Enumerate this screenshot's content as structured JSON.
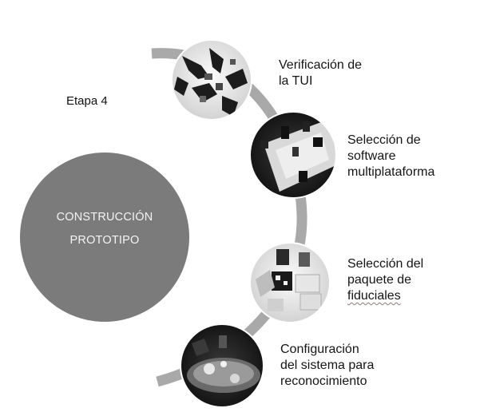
{
  "stage_label": "Etapa 4",
  "hub": {
    "lines": [
      "CONSTRUCCIÓN",
      "PROTOTIPO"
    ]
  },
  "steps": [
    {
      "lines": [
        "Verificación de",
        "la TUI"
      ],
      "icon": "hands-on-table-photo"
    },
    {
      "lines": [
        "Selección de",
        "software",
        "multiplataforma"
      ],
      "icon": "tabletop-blocks-photo"
    },
    {
      "lines": [
        "Selección del",
        "paquete de",
        "fiduciales"
      ],
      "icon": "fiducial-markers-photo"
    },
    {
      "lines": [
        "Configuración",
        "del sistema para",
        "reconocimiento"
      ],
      "icon": "recognition-setup-photo"
    }
  ],
  "colors": {
    "hub_fill": "#7b7b7b",
    "arc_stroke": "#a9a9a9",
    "photo_dark": "#1e1e1e"
  }
}
